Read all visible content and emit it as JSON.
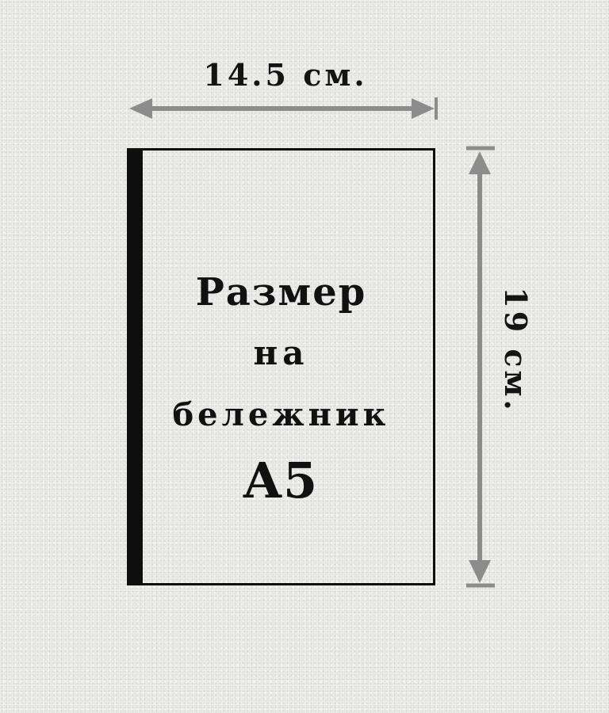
{
  "labels": {
    "width": "14.5 см.",
    "height": "19 см."
  },
  "notebook": {
    "line1": "Размер",
    "line2": "на",
    "line3": "бележник",
    "format": "A5"
  },
  "colors": {
    "background": "#ededeb",
    "ink": "#111111",
    "arrow": "#8c8c8c"
  }
}
